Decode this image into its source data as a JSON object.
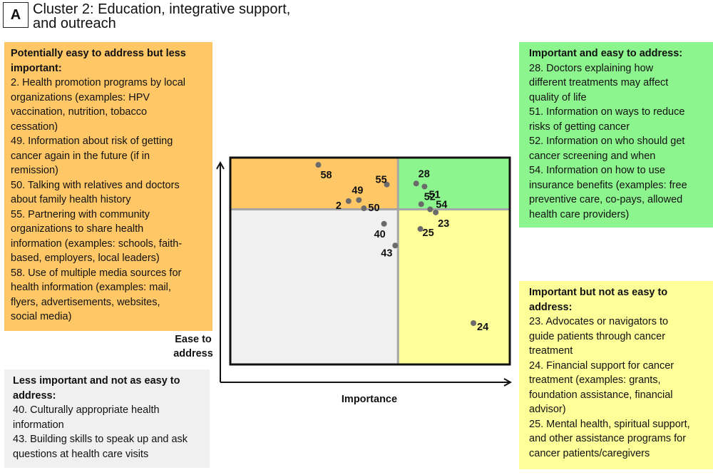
{
  "panel_letter": "A",
  "title_line1": "Cluster 2: Education, integrative support,",
  "title_line2": "and outreach",
  "boxes": {
    "orange": {
      "heading_lines": [
        "Potentially easy to address but less",
        "important:"
      ],
      "lines": [
        "2. Health promotion programs by local",
        "organizations (examples: HPV",
        "vaccination, nutrition, tobacco",
        "cessation)",
        "49. Information about risk of getting",
        "cancer again in the future (if in",
        "remission)",
        "50. Talking with relatives and doctors",
        "about family health history",
        "55. Partnering with community",
        "organizations to share health",
        "information (examples: schools, faith-",
        "based, employers, local leaders)",
        "58. Use of multiple media sources for",
        "health information (examples: mail,",
        "flyers, advertisements, websites,",
        "social media)"
      ]
    },
    "green": {
      "heading_lines": [
        "Important and easy to address:"
      ],
      "lines": [
        "28. Doctors explaining how",
        "different treatments may affect",
        "quality of life",
        "51. Information on ways to reduce",
        "risks of getting cancer",
        "52. Information on who should get",
        "cancer screening and when",
        "54. Information on how to use",
        "insurance benefits (examples: free",
        "preventive care, co-pays, allowed",
        "health care providers)"
      ]
    },
    "yellow": {
      "heading_lines": [
        "Important but not as easy to",
        "address:"
      ],
      "lines": [
        "23. Advocates or navigators to",
        "guide patients through cancer",
        "treatment",
        "24. Financial support for cancer",
        "treatment (examples: grants,",
        "foundation assistance, financial",
        "advisor)",
        "25. Mental health, spiritual support,",
        "and other assistance programs for",
        "cancer patients/caregivers"
      ]
    },
    "gray": {
      "heading_lines": [
        "Less important and not as easy to",
        "address:"
      ],
      "lines": [
        "40. Culturally appropriate health",
        "information",
        "43. Building skills to speak up and ask",
        "questions at health care visits"
      ]
    }
  },
  "colors": {
    "orange": "#FFC766",
    "green": "#8DF58D",
    "yellow": "#FFFF99",
    "gray": "#F0F0F0",
    "quadrant_divider": "#A6A6A6",
    "point": "#6B6B6B"
  },
  "chart_data": {
    "type": "scatter",
    "xlabel": "Importance",
    "ylabel_lines": [
      "Ease to",
      "address"
    ],
    "xlim": [
      0,
      1
    ],
    "ylim": [
      0,
      1
    ],
    "x_divider": 0.6,
    "y_divider": 0.75,
    "points": [
      {
        "label": "58",
        "x": 0.315,
        "y": 0.965
      },
      {
        "label": "55",
        "x": 0.56,
        "y": 0.87
      },
      {
        "label": "49",
        "x": 0.46,
        "y": 0.795
      },
      {
        "label": "2",
        "x": 0.423,
        "y": 0.79
      },
      {
        "label": "50",
        "x": 0.478,
        "y": 0.755
      },
      {
        "label": "40",
        "x": 0.55,
        "y": 0.68
      },
      {
        "label": "43",
        "x": 0.59,
        "y": 0.575
      },
      {
        "label": "28",
        "x": 0.665,
        "y": 0.875
      },
      {
        "label": "51",
        "x": 0.695,
        "y": 0.86
      },
      {
        "label": "52",
        "x": 0.683,
        "y": 0.775
      },
      {
        "label": "54",
        "x": 0.715,
        "y": 0.75
      },
      {
        "label": "23",
        "x": 0.735,
        "y": 0.735
      },
      {
        "label": "25",
        "x": 0.68,
        "y": 0.655
      },
      {
        "label": "24",
        "x": 0.87,
        "y": 0.2
      }
    ]
  }
}
